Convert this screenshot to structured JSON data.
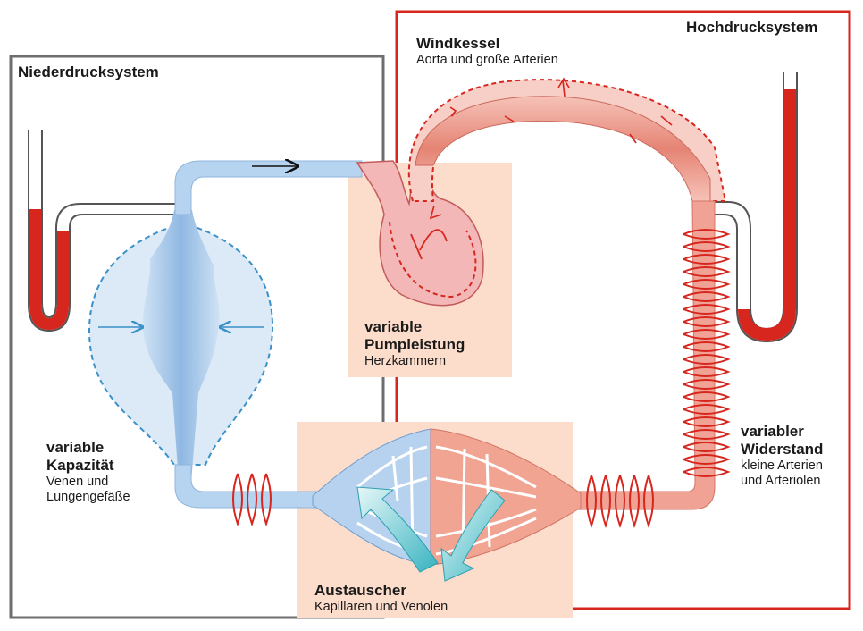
{
  "systems": {
    "low": {
      "title": "Niederdrucksystem"
    },
    "high": {
      "title": "Hochdrucksystem"
    }
  },
  "labels": {
    "windkessel": {
      "title": "Windkessel",
      "subtitle": "Aorta und große Arterien"
    },
    "pump": {
      "title_line1": "variable",
      "title_line2": "Pumpleistung",
      "subtitle": "Herzkammern"
    },
    "capacity": {
      "title_line1": "variable",
      "title_line2": "Kapazität",
      "subtitle_line1": "Venen und",
      "subtitle_line2": "Lungengefäße"
    },
    "resistance": {
      "title_line1": "variabler",
      "title_line2": "Widerstand",
      "subtitle_line1": "kleine Arterien",
      "subtitle_line2": "und Arteriolen"
    },
    "exchanger": {
      "title": "Austauscher",
      "subtitle": "Kapillaren und Venolen"
    }
  },
  "colors": {
    "low_system_border": "#6e6e6e",
    "high_system_border": "#d7261e",
    "venous_blue": "#9cc4e8",
    "arterial_red": "#e8867c",
    "highlight_box": "#fcdccb",
    "manometer_fill": "#d7261e"
  },
  "manometers": {
    "low": {
      "fill_level": 0.25
    },
    "high": {
      "fill_level": 0.85
    }
  }
}
